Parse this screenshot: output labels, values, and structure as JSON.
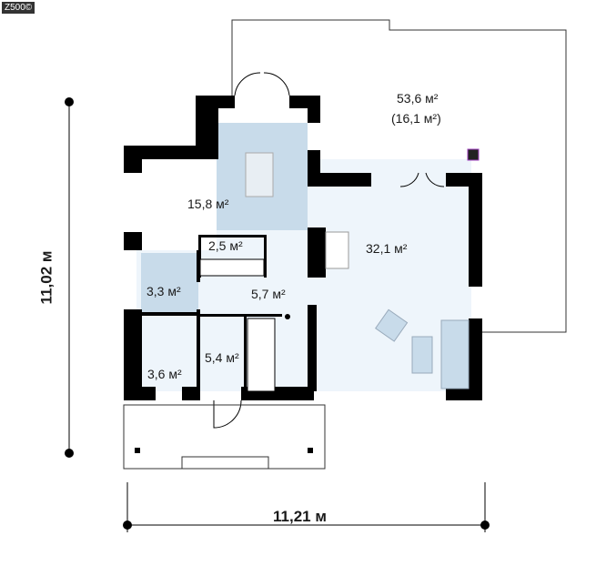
{
  "logo": "Z500©",
  "rooms": {
    "terrace_area": "53,6 м²",
    "terrace_covered": "(16,1 м²)",
    "kitchen_dining": "15,8 м²",
    "living": "32,1 м²",
    "storage": "2,5 м²",
    "bathroom": "3,3 м²",
    "hall": "5,7 м²",
    "vestibule": "5,4 м²",
    "utility": "3,6 м²"
  },
  "dimensions": {
    "height": "11,02 м",
    "width": "11,21 м"
  },
  "colors": {
    "wall": "#000000",
    "dining_fill": "#c8dbea",
    "room_fill": "#eef5fb",
    "accent": "#6a2d7a"
  }
}
